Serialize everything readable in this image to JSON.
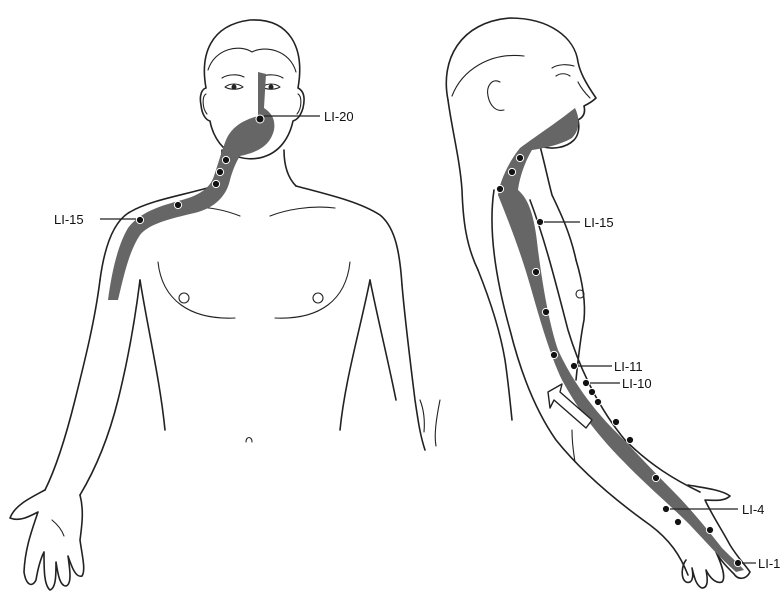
{
  "labels": {
    "front_li20": "LI-20",
    "front_li15": "LI-15",
    "side_li15": "LI-15",
    "side_li11": "LI-11",
    "side_li10": "LI-10",
    "side_li4": "LI-4",
    "side_li1": "LI-1"
  },
  "colors": {
    "meridian": "#666666",
    "outline": "#222222",
    "point": "#111111",
    "background": "#ffffff"
  },
  "icons": {
    "direction_arrow": "arrow-up-left-icon"
  }
}
